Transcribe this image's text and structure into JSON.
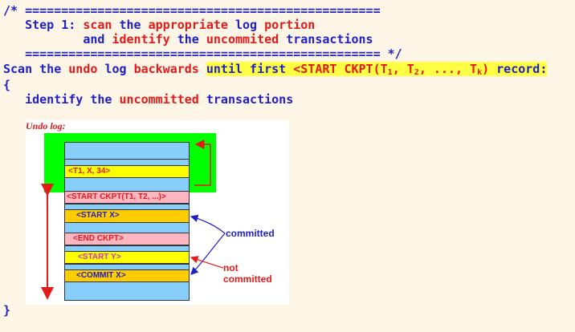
{
  "code": {
    "comment_open": "/* =================================================",
    "step_label": "Step 1:",
    "step_word_scan": "scan",
    "step_word_the": "the",
    "step_word_appropriate": "appropriate",
    "step_word_log": "log",
    "step_word_portion": "portion",
    "step_word_and": "and",
    "step_word_identify": "identify",
    "step_word_the2": "the",
    "step_word_uncommited": "uncommited",
    "step_word_transactions": "transactions",
    "comment_close": "================================================= */",
    "scan_word": "Scan",
    "the_word": "the",
    "undo_word": "undo",
    "log_word": "log",
    "backwards_word": "backwards",
    "until_text": "until first",
    "start_ckpt_text": "<START CKPT(T",
    "sub1": "1",
    "sep1": ", T",
    "sub2": "2",
    "sep2": ", ..., T",
    "subk": "k",
    "close_text": ")",
    "record_text": "record:",
    "open_brace": "{",
    "identify_word": "identify",
    "the_word2": "the",
    "uncommitted_word": "uncommitted",
    "transactions_word": "transactions",
    "close_brace": "}"
  },
  "figure": {
    "title": "Undo log:",
    "records": [
      {
        "text": "<T1, X,  34>",
        "color": "#e31a1a"
      },
      {
        "text": "<START CKPT(T1, T2, ...)>",
        "color": "#e31a1a"
      },
      {
        "text": "<START X>",
        "color": "#1f1fc8"
      },
      {
        "text": "<END CKPT>",
        "color": "#e31a1a"
      },
      {
        "text": "<START Y>",
        "color": "#cc33cc"
      },
      {
        "text": "<COMMIT X>",
        "color": "#1f1fc8"
      }
    ],
    "label_committed": "committed",
    "label_not_committed": "not committed"
  },
  "colors": {
    "background": "#fdf5e6",
    "blue": "#1f1fc8",
    "red": "#e31a1a",
    "highlight": "#ffff44",
    "log_blue": "#87cefa",
    "log_yellow": "#ffff00",
    "log_gold": "#ffcc00",
    "log_pink": "#ffb6c1",
    "window_green": "#00ff00"
  }
}
